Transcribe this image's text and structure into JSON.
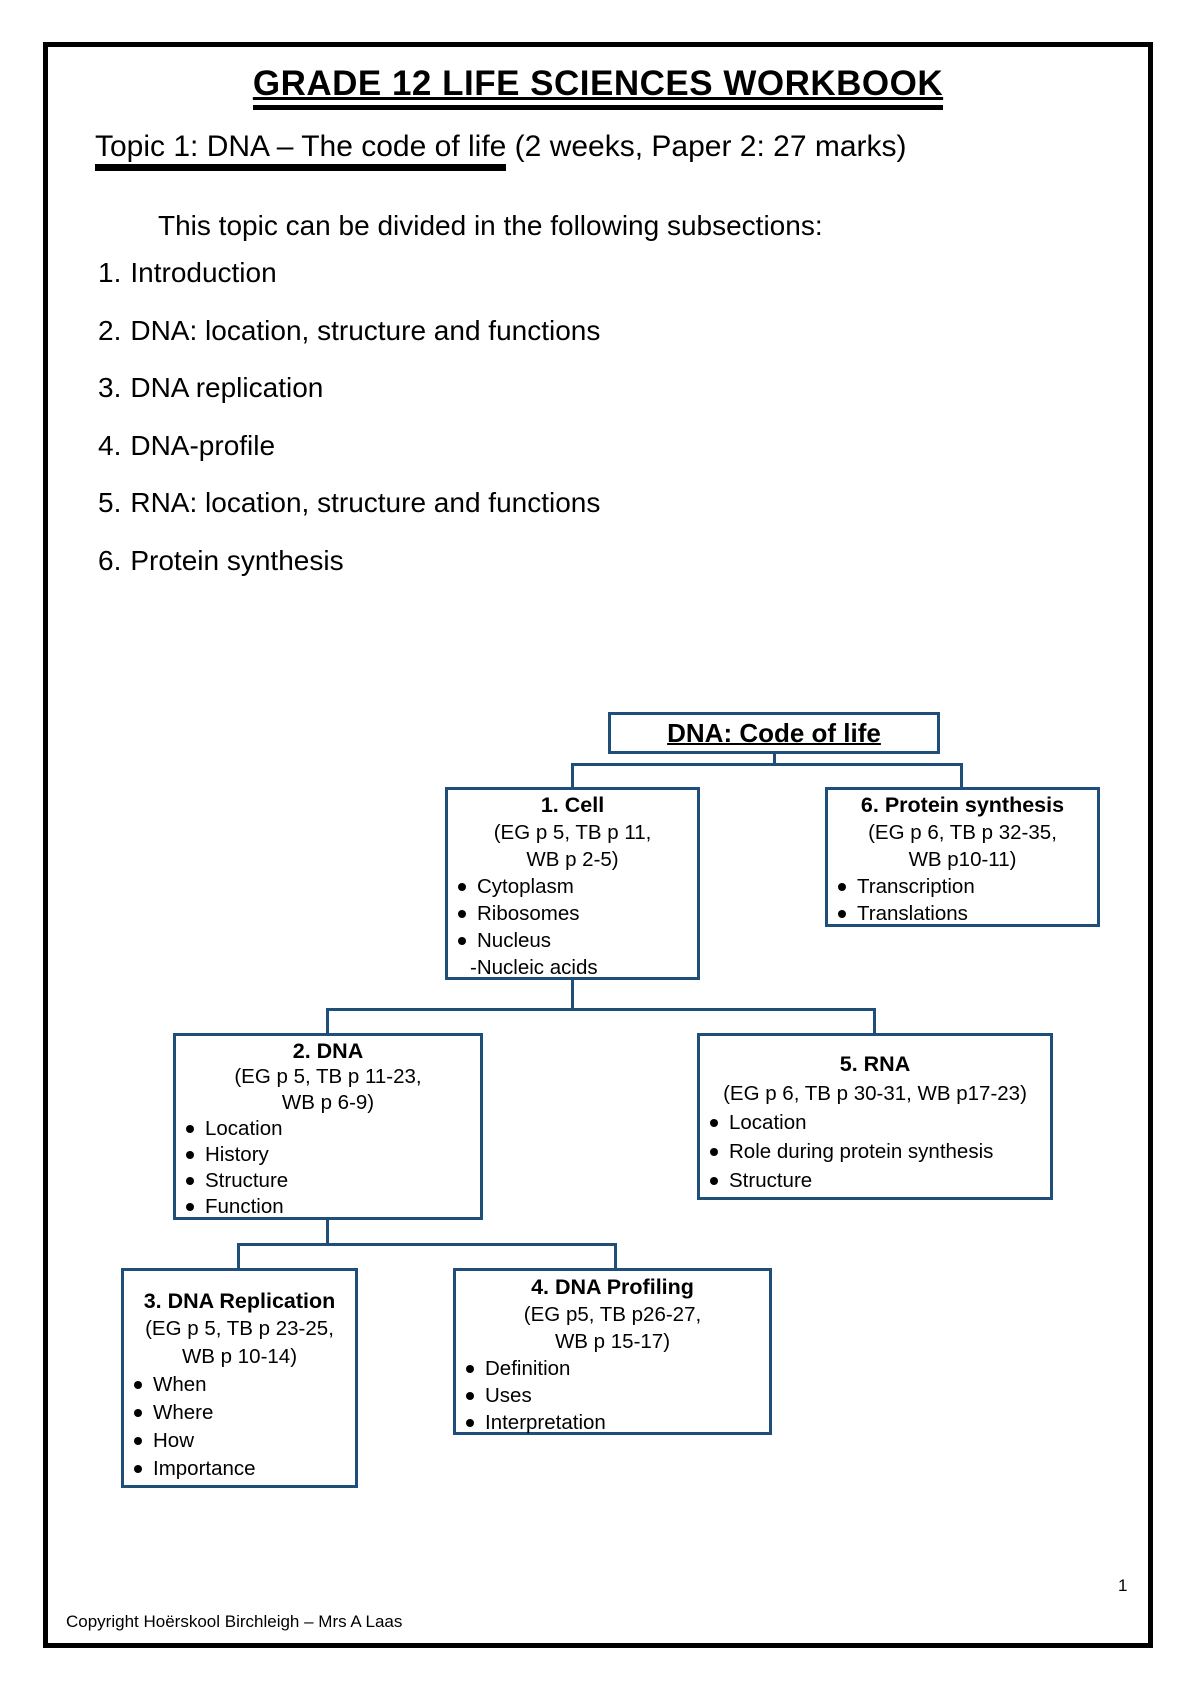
{
  "page": {
    "title": "GRADE 12 LIFE SCIENCES WORKBOOK",
    "topic": {
      "underlined": "Topic 1: DNA – The code of life",
      "suffix": " (2 weeks, Paper 2: 27 marks)"
    },
    "intro": "This topic can be divided in the following subsections:",
    "subsections": [
      {
        "num": "1.",
        "label": "Introduction"
      },
      {
        "num": "2.",
        "label": "DNA: location, structure and functions"
      },
      {
        "num": "3.",
        "label": "DNA replication"
      },
      {
        "num": "4.",
        "label": "DNA-profile"
      },
      {
        "num": "5.",
        "label": "RNA: location, structure and functions"
      },
      {
        "num": "6.",
        "label": "Protein synthesis"
      }
    ],
    "footer": "Copyright Hoërskool Birchleigh – Mrs A Laas",
    "page_number": "1"
  },
  "diagram": {
    "root_title": "DNA: Code of life",
    "colors": {
      "box_border": "#1f4e7a",
      "connector": "#1f4e7a",
      "text": "#000000"
    },
    "boxes": [
      {
        "title": "1. Cell",
        "refs": [
          "(EG p 5, TB p 11,",
          "WB p 2-5)"
        ],
        "bullets": [
          "Cytoplasm",
          "Ribosomes",
          "Nucleus"
        ],
        "extra": "-Nucleic acids"
      },
      {
        "title": "6. Protein synthesis",
        "refs": [
          "(EG p 6, TB p 32-35,",
          "WB p10-11)"
        ],
        "bullets": [
          "Transcription",
          "Translations"
        ]
      },
      {
        "title": "2. DNA",
        "refs": [
          "(EG p 5, TB p 11-23,",
          "WB p 6-9)"
        ],
        "bullets": [
          "Location",
          "History",
          "Structure",
          "Function"
        ]
      },
      {
        "title": "5. RNA",
        "refs": [
          "(EG p 6, TB p 30-31, WB p17-23)"
        ],
        "bullets": [
          "Location",
          "Role during protein synthesis",
          "Structure"
        ]
      },
      {
        "title": "3. DNA Replication",
        "refs": [
          "(EG p 5, TB p 23-25,",
          "WB p 10-14)"
        ],
        "bullets": [
          "When",
          "Where",
          "How",
          "Importance"
        ]
      },
      {
        "title": "4. DNA Profiling",
        "refs": [
          "(EG p5, TB p26-27,",
          "WB p 15-17)"
        ],
        "bullets": [
          "Definition",
          "Uses",
          "Interpretation"
        ]
      }
    ]
  }
}
